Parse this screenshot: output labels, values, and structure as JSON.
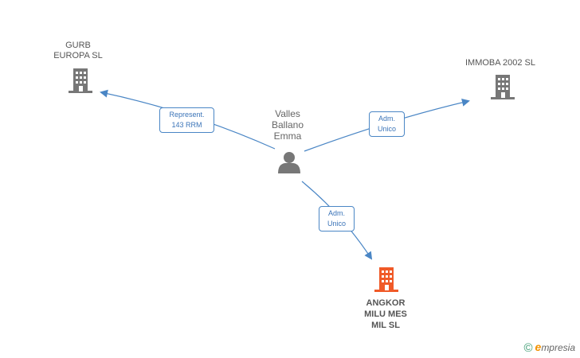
{
  "nodes": {
    "gurb": {
      "label": "GURB\nEUROPA SL",
      "icon": "building-icon",
      "color": "#777777"
    },
    "immoba": {
      "label": "IMMOBA 2002 SL",
      "icon": "building-icon",
      "color": "#777777"
    },
    "person": {
      "label": "Valles\nBallano\nEmma",
      "icon": "person-icon",
      "color": "#777777"
    },
    "angkor": {
      "label": "ANGKOR\nMILU MES\nMIL SL",
      "icon": "building-icon",
      "color": "#f05a28"
    }
  },
  "edges": {
    "to_gurb": {
      "label": "Represent.\n143 RRM"
    },
    "to_immoba": {
      "label": "Adm.\nUnico"
    },
    "to_angkor": {
      "label": "Adm.\nUnico"
    }
  },
  "edge_color": "#4a86c5",
  "brand": {
    "copyright": "©",
    "initial": "e",
    "name": "mpresia"
  }
}
